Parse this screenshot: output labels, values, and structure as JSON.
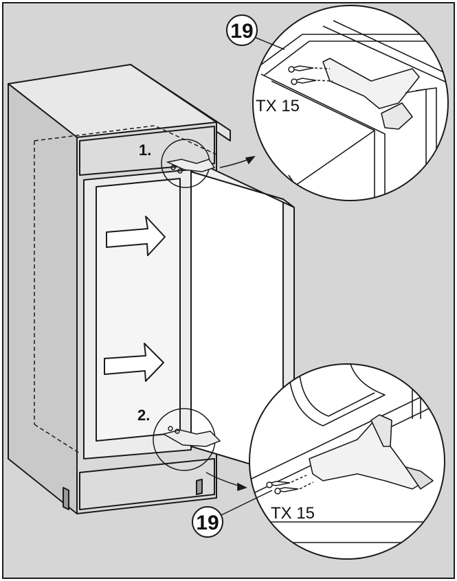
{
  "figure": {
    "colors": {
      "frame_background": "#d6d6d6",
      "cabinet_fill": "#d2d2d2",
      "door_fill": "#ffffff",
      "inset_fill": "#ffffff",
      "line": "#1a1a1a"
    },
    "steps": [
      "1.",
      "2."
    ],
    "callouts": {
      "top": {
        "part_number": "19",
        "tool": "TX 15"
      },
      "bottom": {
        "part_number": "19",
        "tool": "TX 15"
      }
    },
    "icons": [
      "right-arrow-icon",
      "right-arrow-icon",
      "screw-icon",
      "hinge-icon"
    ]
  }
}
